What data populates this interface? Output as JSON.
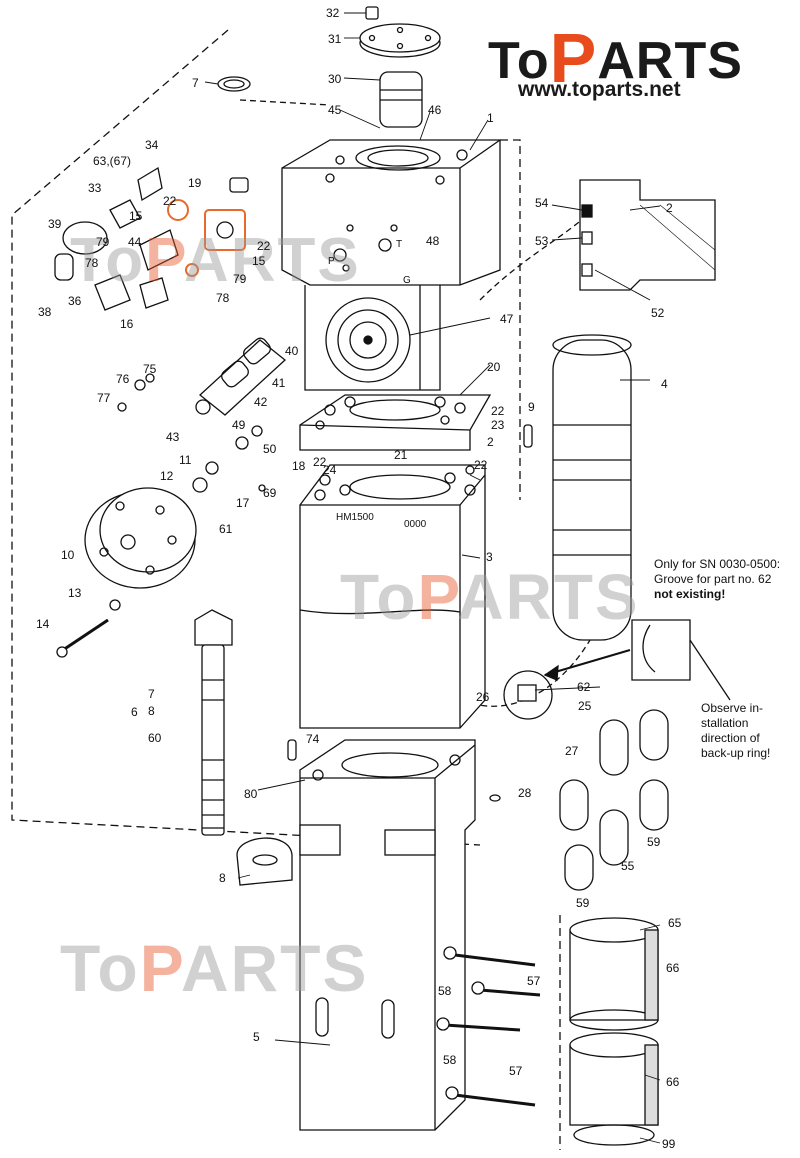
{
  "brand": {
    "logo_left": "To",
    "logo_p": "P",
    "logo_right": "ARTS",
    "url": "www.toparts.net"
  },
  "watermark": {
    "left": "To",
    "p": "P",
    "right": "ARTS"
  },
  "body_marks": {
    "model": "HM1500",
    "serial": "0000",
    "port_p": "P",
    "port_t": "T",
    "port_g": "G"
  },
  "notes": {
    "sn_line1": "Only for SN 0030-0500:",
    "sn_line2": "Groove for part no. 62",
    "sn_line3": "not existing!",
    "obs_line1": "Observe in-",
    "obs_line2": "stallation",
    "obs_line3": "direction of",
    "obs_line4": "back-up ring!"
  },
  "labels": {
    "p32": "32",
    "p31": "31",
    "p30": "30",
    "p7": "7",
    "p45": "45",
    "p46": "46",
    "p1": "1",
    "p34": "34",
    "p63": "63,(67)",
    "p19": "19",
    "p33": "33",
    "p22a": "22",
    "p15a": "15",
    "p39": "39",
    "p79a": "79",
    "p44": "44",
    "p22b": "22",
    "p48": "48",
    "p78a": "78",
    "p15b": "15",
    "p79b": "79",
    "p38": "38",
    "p36": "36",
    "p16": "16",
    "p78b": "78",
    "p54": "54",
    "p2a": "2",
    "p53": "53",
    "p52": "52",
    "p4": "4",
    "p47": "47",
    "p40": "40",
    "p41": "41",
    "p75": "75",
    "p76": "76",
    "p77": "77",
    "p42": "42",
    "p43": "43",
    "p20": "20",
    "p22c": "22",
    "p23": "23",
    "p2b": "2",
    "p9": "9",
    "p49": "49",
    "p50": "50",
    "p11": "11",
    "p18": "18",
    "p22d": "22",
    "p24": "24",
    "p21": "21",
    "p22e": "22",
    "p12": "12",
    "p69": "69",
    "p17": "17",
    "p61": "61",
    "p10": "10",
    "p3": "3",
    "p13": "13",
    "p14": "14",
    "p62": "62",
    "p26": "26",
    "p25": "25",
    "p6": "6",
    "p7b": "7",
    "p8b": "8",
    "p60": "60",
    "p27": "27",
    "p74": "74",
    "p80": "80",
    "p28": "28",
    "p59a": "59",
    "p55": "55",
    "p8": "8",
    "p59b": "59",
    "p65": "65",
    "p66a": "66",
    "p57a": "57",
    "p58a": "58",
    "p5": "5",
    "p58b": "58",
    "p57b": "57",
    "p66b": "66",
    "p99": "99"
  }
}
